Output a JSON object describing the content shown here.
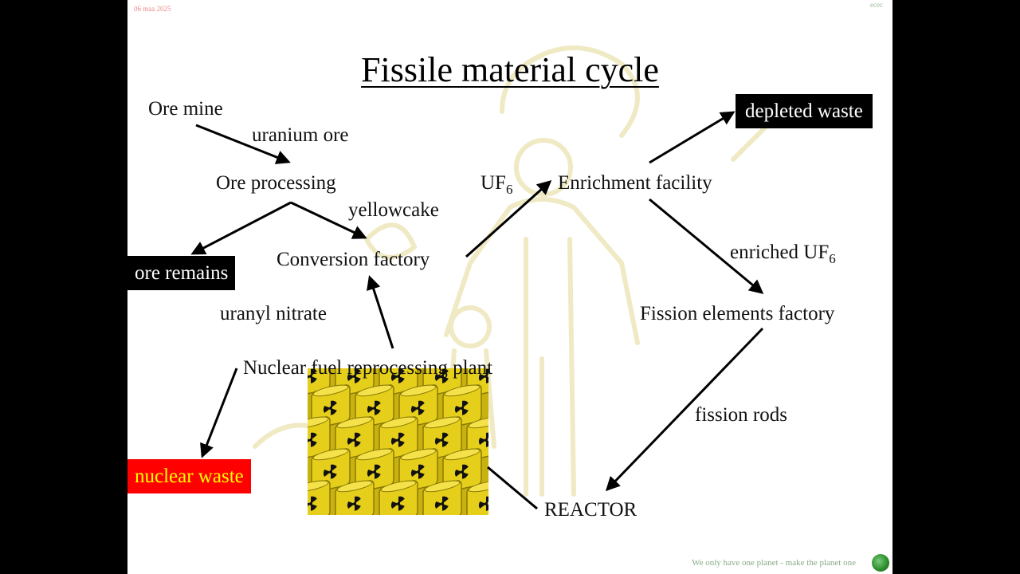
{
  "header": {
    "date": "06 maa 2025",
    "brand": "ecec"
  },
  "title": "Fissile material cycle",
  "nodes": {
    "ore_mine": "Ore mine",
    "ore_processing": "Ore processing",
    "conversion_factory": "Conversion factory",
    "enrichment_facility": "Enrichment facility",
    "fission_elements_factory": "Fission elements factory",
    "reactor": "REACTOR",
    "reprocessing_plant": "Nuclear fuel reprocessing plant"
  },
  "flows": {
    "uranium_ore": "uranium ore",
    "yellowcake": "yellowcake",
    "uf6_base": "UF",
    "uf6_sub": "6",
    "enriched_base": "enriched UF",
    "enriched_sub": "6",
    "fission_rods": "fission rods",
    "uranyl_nitrate": "uranyl nitrate"
  },
  "wastes": {
    "depleted": "depleted waste",
    "ore_remains": "ore remains",
    "nuclear": "nuclear waste"
  },
  "footer": "We only have one planet - make the planet one",
  "colors": {
    "waste_box": "#000000",
    "nuclear_waste_box": "#ff0000",
    "nuclear_waste_text": "#ffff00",
    "barrel": "#e6cf1a",
    "background_art": "#efe9c4"
  },
  "icons": [
    "globe-icon",
    "radiation-barrels-image",
    "hazmat-figure-watermark"
  ]
}
